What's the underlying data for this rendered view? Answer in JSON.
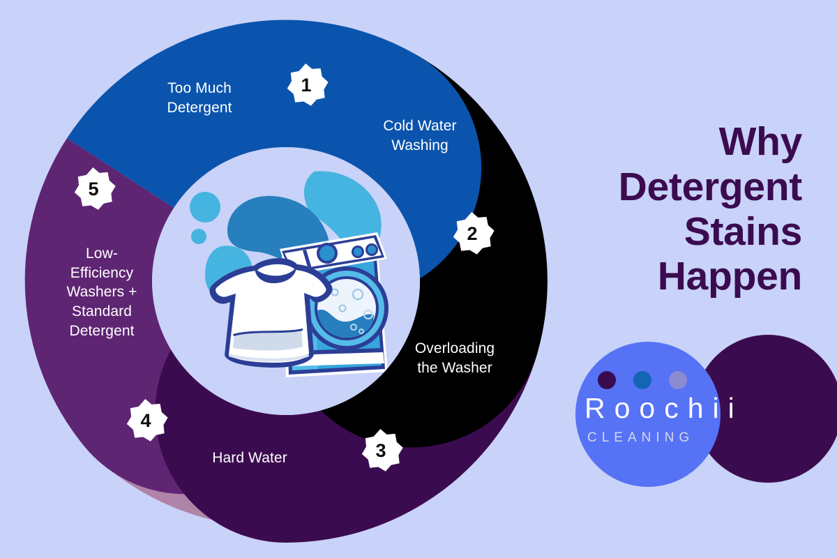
{
  "background_color": "#c9d2f9",
  "headline": {
    "text": "Why\nDetergent\nStains\nHappen",
    "color": "#3b0b4f"
  },
  "wheel": {
    "segments": [
      {
        "number": "1",
        "label": "Too Much\nDetergent",
        "color": "#0b54ad",
        "text_color": "#ffffff"
      },
      {
        "number": "2",
        "label": "Cold Water\nWashing",
        "color": "#000000",
        "text_color": "#ffffff"
      },
      {
        "number": "3",
        "label": "Overloading\nthe Washer",
        "color": "#3b0b4f",
        "text_color": "#ffffff"
      },
      {
        "number": "4",
        "label": "Hard Water",
        "color": "#b083a8",
        "text_color": "#ffffff"
      },
      {
        "number": "5",
        "label": "Low-\nEfficiency\nWashers +\nStandard\nDetergent",
        "color": "#5e2573",
        "text_color": "#ffffff"
      }
    ],
    "center_illustration": "washing-machine-and-shirt"
  },
  "logo": {
    "word": "Roochii",
    "subtitle": "CLEANING",
    "circle_front_color": "#5672f5",
    "circle_back_color": "#3b0b4f",
    "dots": [
      {
        "color": "#3b0b4f"
      },
      {
        "color": "#1565b5"
      },
      {
        "color": "#8b8bd0"
      }
    ]
  }
}
